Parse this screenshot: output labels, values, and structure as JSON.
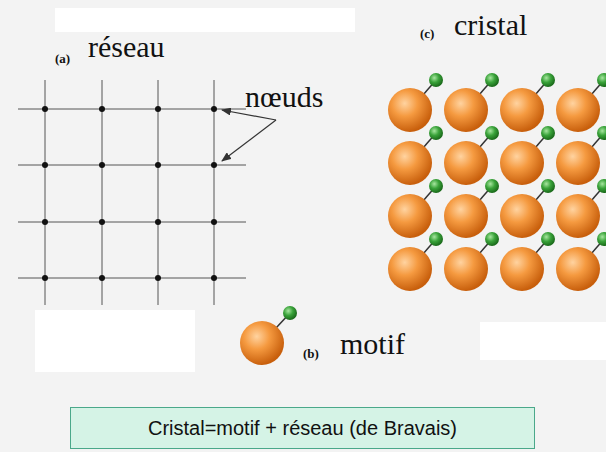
{
  "diagram": {
    "nodes": [
      {
        "text": [
          "Cristal=motif + réseau (de Bravais)"
        ]
      }
    ],
    "labels": [
      "(a)",
      "réseau",
      "nœuds",
      "(c)",
      "cristal",
      "(b)",
      "motif"
    ]
  }
}
